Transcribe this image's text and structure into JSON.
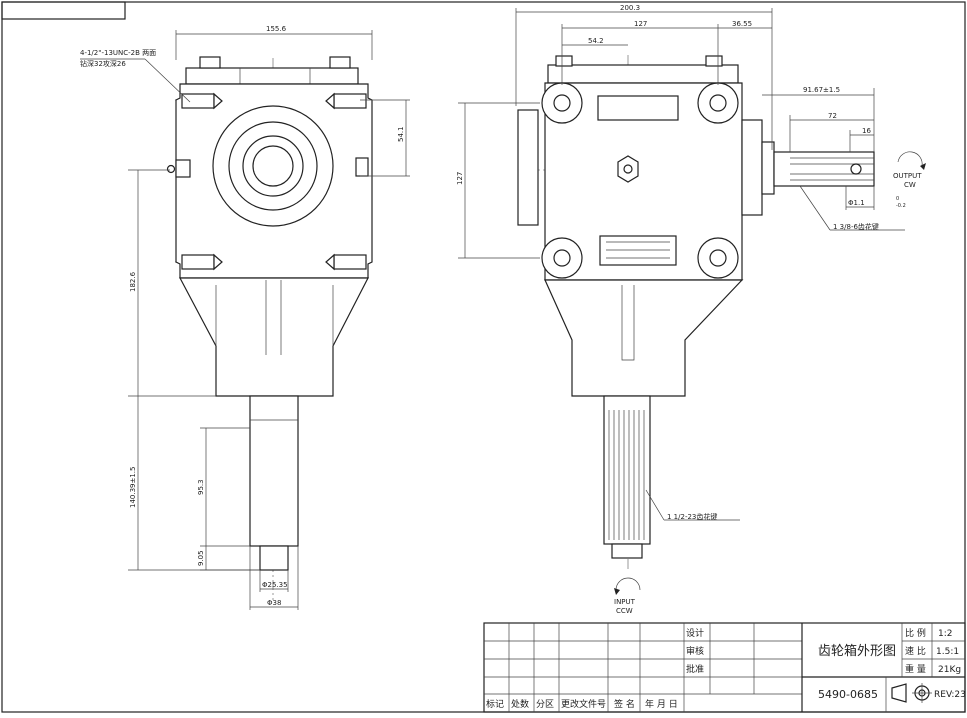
{
  "drawing": {
    "left_view": {
      "dims": {
        "width_top": "155.6",
        "height_right": "54.1",
        "height_left": "182.6",
        "shaft_total": "140.39±1.5",
        "shaft_spline": "95.3",
        "shaft_end": "9.05",
        "dia_small": "Φ25.35",
        "dia_large": "Φ38"
      },
      "note_line1": "4-1/2\"-13UNC-2B 两面",
      "note_line2": "钻深32攻深26"
    },
    "right_view": {
      "dims": {
        "top_overall": "200.3",
        "top_127": "127",
        "top_36": "36.55",
        "top_54": "54.2",
        "height_left": "127",
        "shaft_len": "91.67±1.5",
        "shaft_72": "72",
        "shaft_16": "16",
        "shaft_dia": "Φ1.1",
        "shaft_dia_tol_up": "0",
        "shaft_dia_tol_dn": "-0.2"
      },
      "output_label": "OUTPUT",
      "output_dir": "CW",
      "input_label": "INPUT",
      "input_dir": "CCW",
      "spline_out": "1 3/8-6齿花键",
      "spline_in": "1 1/2-23齿花键"
    },
    "title_block": {
      "roles": [
        "设计",
        "审核",
        "批准"
      ],
      "bottom_labels": [
        "标记",
        "处数",
        "分区",
        "更改文件号",
        "签 名",
        "年 月 日"
      ],
      "title": "齿轮箱外形图",
      "part_number": "5490-0685",
      "props": [
        {
          "label": "比 例",
          "value": "1:2"
        },
        {
          "label": "速 比",
          "value": "1.5:1"
        },
        {
          "label": "重 量",
          "value": "21Kg"
        }
      ],
      "rev": "REV:23"
    }
  }
}
